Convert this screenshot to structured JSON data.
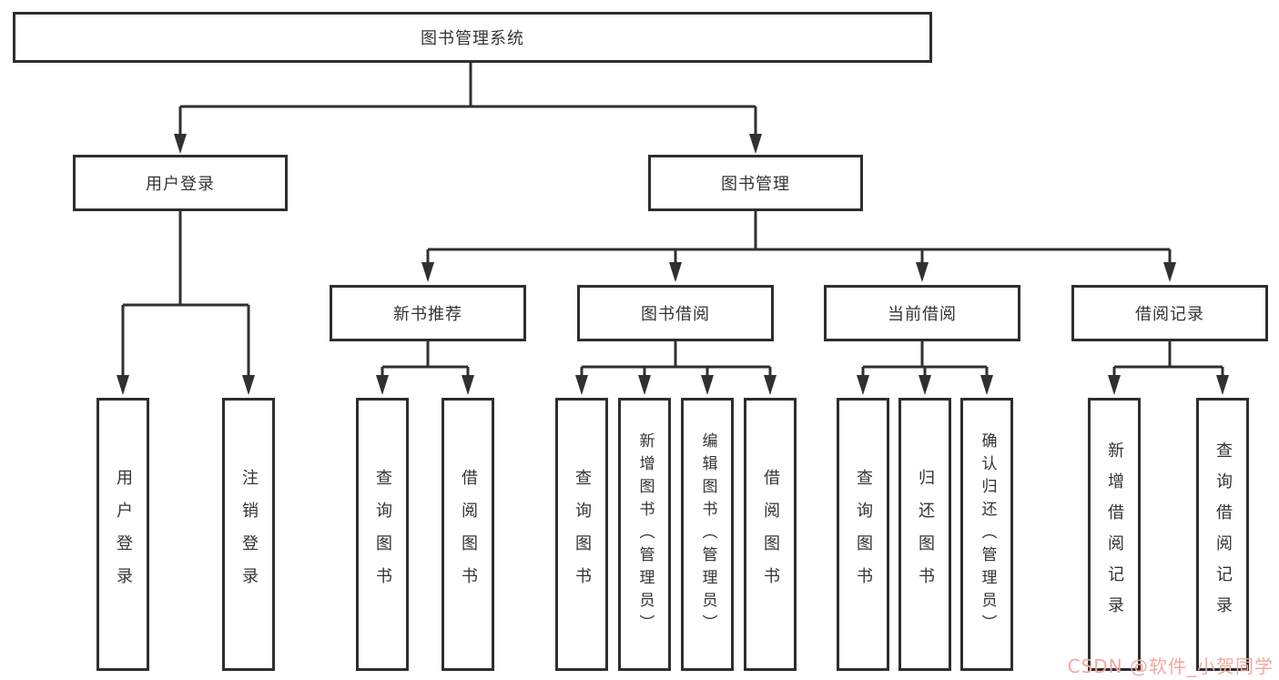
{
  "diagram": {
    "type": "tree",
    "nodes": {
      "root": "图书管理系统",
      "l1": [
        "用户登录",
        "图书管理"
      ],
      "l2": [
        "新书推荐",
        "图书借阅",
        "当前借阅",
        "借阅记录"
      ],
      "leaves": [
        "用户登录",
        "注销登录",
        "查询图书",
        "借阅图书",
        "查询图书",
        "新增图书（管理员）",
        "编辑图书（管理员）",
        "借阅图书",
        "查询图书",
        "归还图书",
        "确认归还（管理员）",
        "新增借阅记录",
        "查询借阅记录"
      ]
    },
    "edges": [
      [
        "图书管理系统",
        "用户登录"
      ],
      [
        "图书管理系统",
        "图书管理"
      ],
      [
        "用户登录",
        "用户登录(叶)"
      ],
      [
        "用户登录",
        "注销登录"
      ],
      [
        "图书管理",
        "新书推荐"
      ],
      [
        "图书管理",
        "图书借阅"
      ],
      [
        "图书管理",
        "当前借阅"
      ],
      [
        "图书管理",
        "借阅记录"
      ],
      [
        "新书推荐",
        "查询图书"
      ],
      [
        "新书推荐",
        "借阅图书"
      ],
      [
        "图书借阅",
        "查询图书"
      ],
      [
        "图书借阅",
        "新增图书（管理员）"
      ],
      [
        "图书借阅",
        "编辑图书（管理员）"
      ],
      [
        "图书借阅",
        "借阅图书"
      ],
      [
        "当前借阅",
        "查询图书"
      ],
      [
        "当前借阅",
        "归还图书"
      ],
      [
        "当前借阅",
        "确认归还（管理员）"
      ],
      [
        "借阅记录",
        "新增借阅记录"
      ],
      [
        "借阅记录",
        "查询借阅记录"
      ]
    ],
    "colors": {
      "line": "#303030",
      "box_border": "#2e2e2e",
      "box_fill": "#ffffff",
      "text": "#333333",
      "watermark": "#f0a9a1"
    }
  },
  "watermark": "CSDN @软件_小贺同学"
}
